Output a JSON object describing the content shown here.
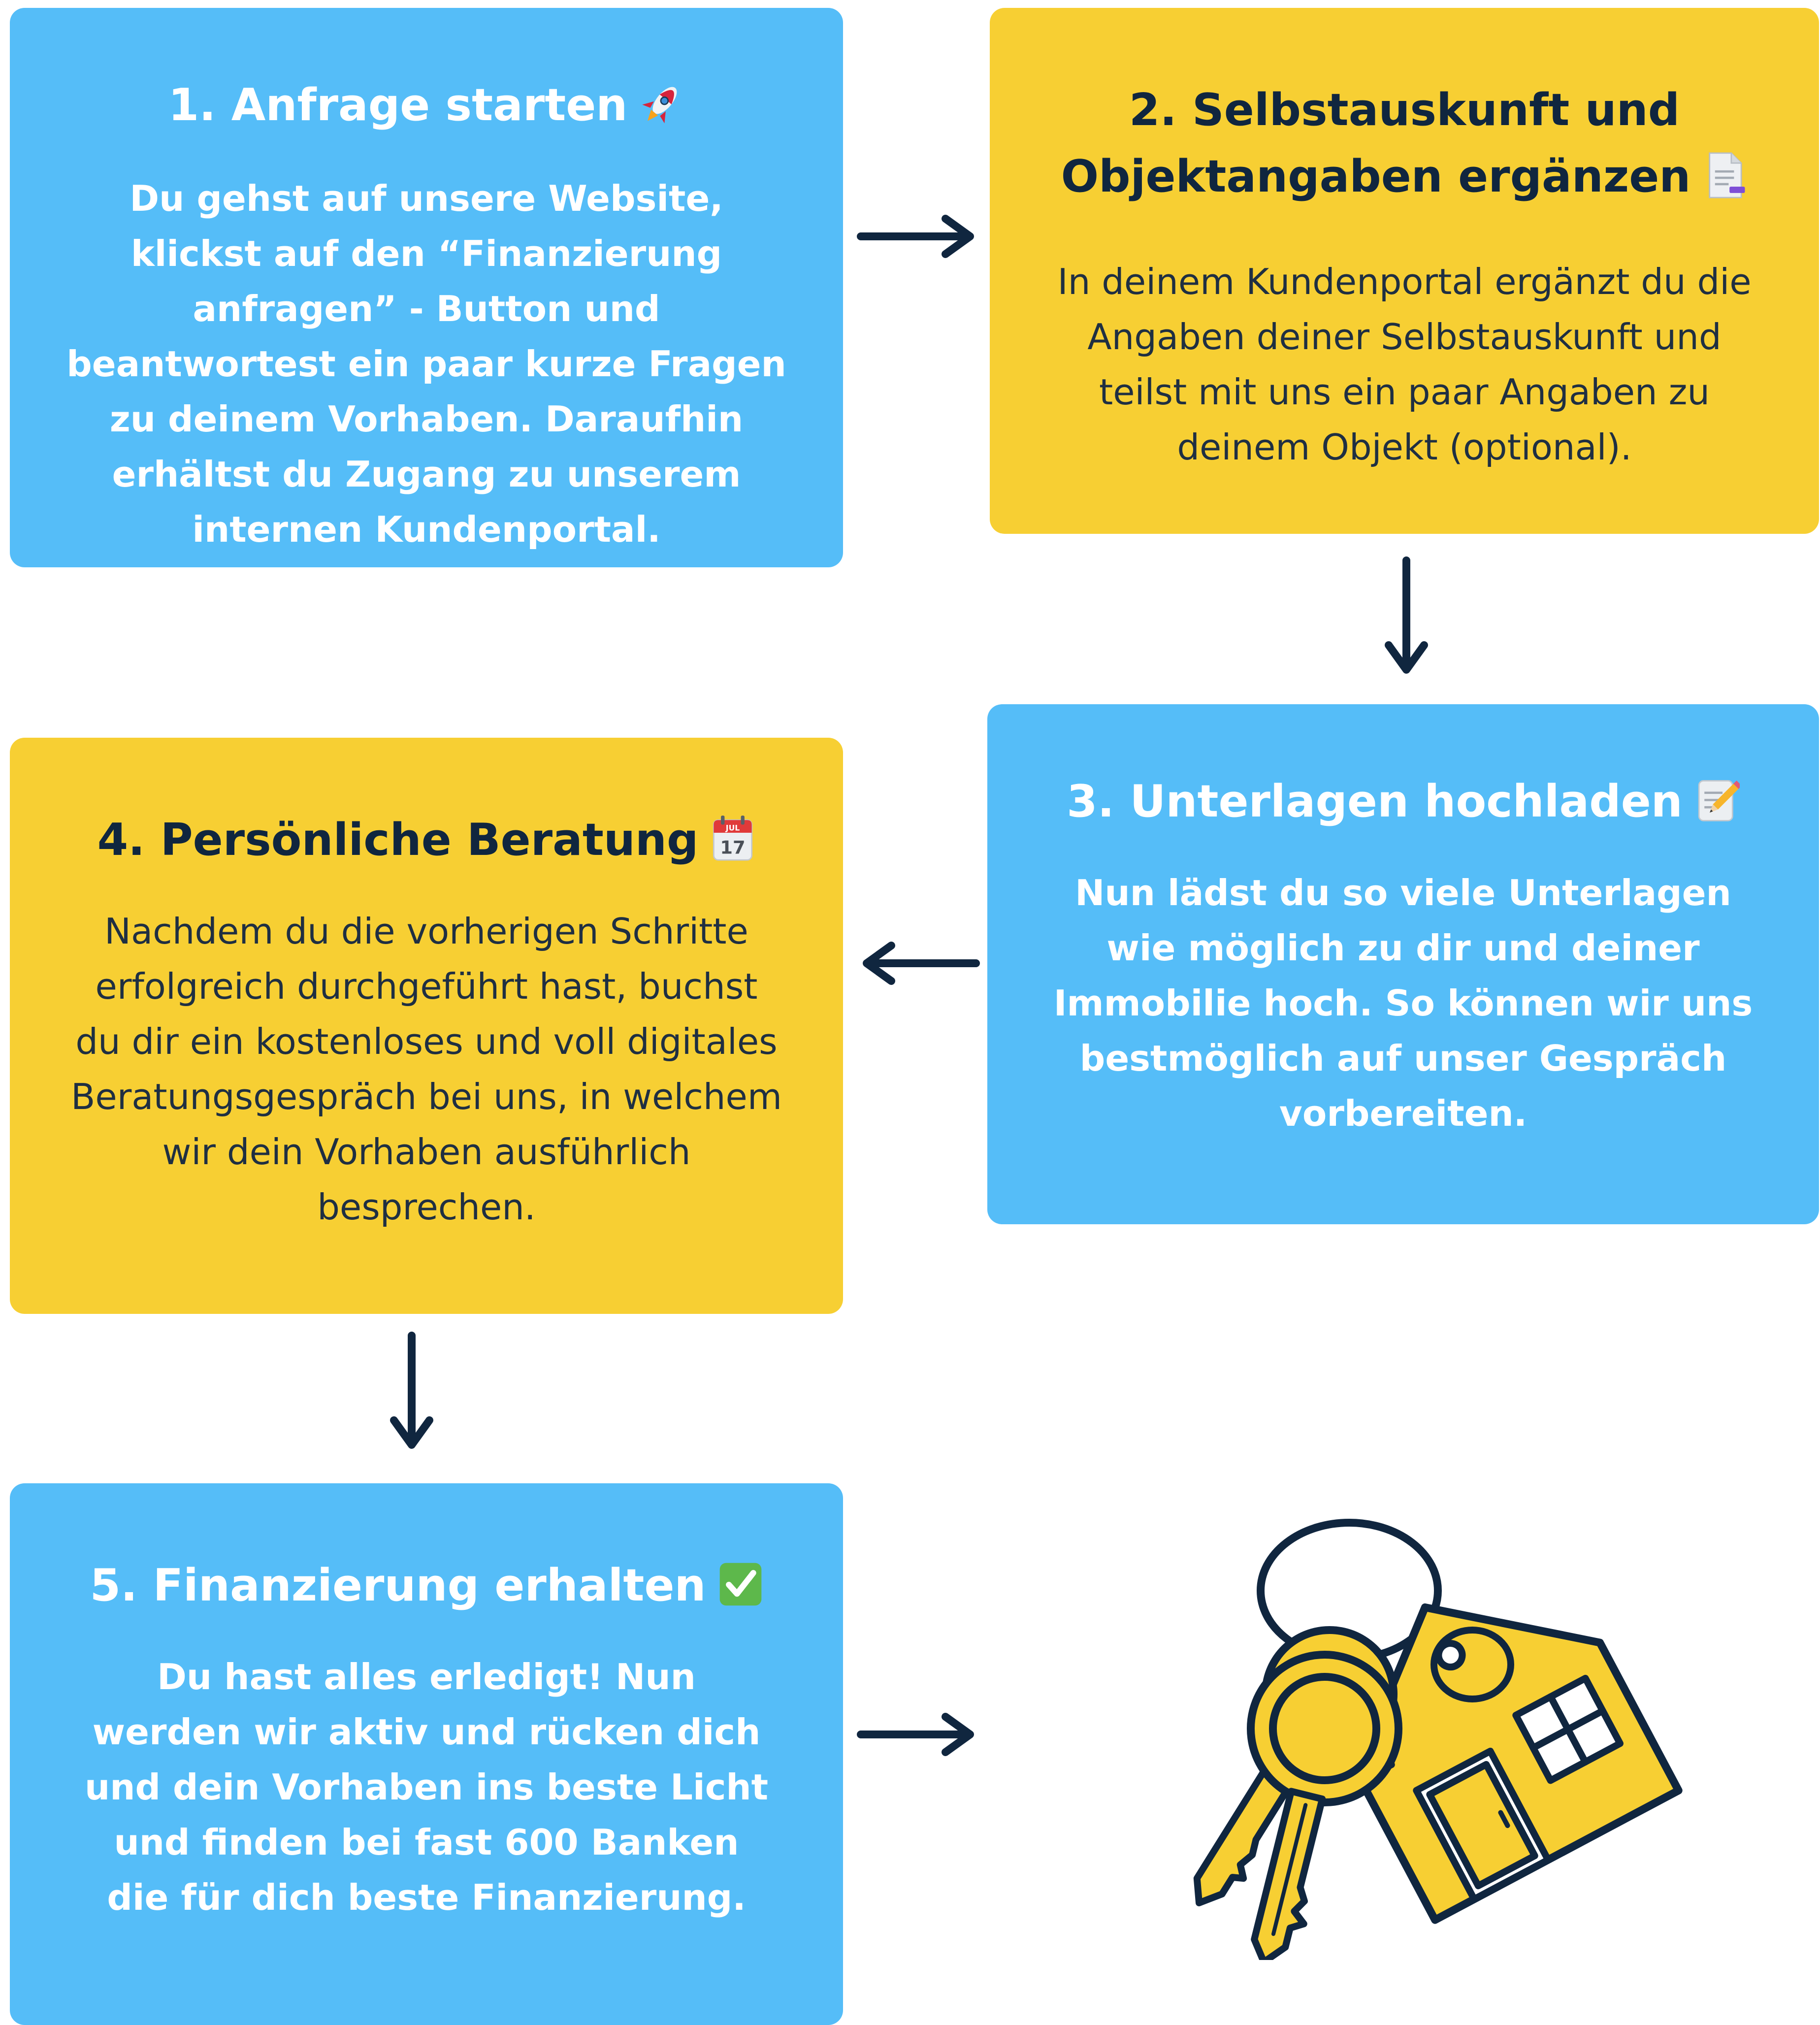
{
  "steps": [
    {
      "title": "1. Anfrage starten",
      "icon": "rocket-icon",
      "body": "Du gehst auf unsere Website, klickst auf den “Finanzierung anfragen” - Button und beantwortest ein paar kurze Fragen zu deinem Vorhaben. Daraufhin erhältst du Zugang zu unserem internen Kundenportal."
    },
    {
      "title": "2. Selbstauskunft und Objektangaben ergänzen",
      "icon": "document-icon",
      "body": "In deinem Kundenportal ergänzt du die Angaben deiner Selbstauskunft und teilst mit uns ein paar Angaben zu deinem Objekt (optional)."
    },
    {
      "title": "3. Unterlagen hochladen",
      "icon": "memo-pencil-icon",
      "body": "Nun lädst du so viele Unterlagen wie möglich zu dir und deiner Immobilie hoch. So können wir uns bestmöglich auf unser Gespräch vorbereiten."
    },
    {
      "title": "4. Persönliche Beratung",
      "icon": "calendar-icon",
      "calendar_month": "JUL",
      "calendar_day": "17",
      "body": "Nachdem du die vorherigen Schritte erfolgreich durchgeführt hast, buchst du dir ein kostenloses und voll digitales Beratungsgespräch bei uns, in welchem wir dein Vorhaben ausführlich besprechen."
    },
    {
      "title": "5. Finanzierung erhalten",
      "icon": "check-mark-icon",
      "body": "Du hast alles erledigt! Nun werden wir aktiv und rücken dich und dein Vorhaben ins beste Licht und finden bei fast 600 Banken die für dich beste Finanzierung."
    }
  ],
  "illustration": "house-keys-icon",
  "colors": {
    "blue": "#55bdf8",
    "yellow": "#f7cf33",
    "navy": "#10263f",
    "white": "#ffffff"
  }
}
